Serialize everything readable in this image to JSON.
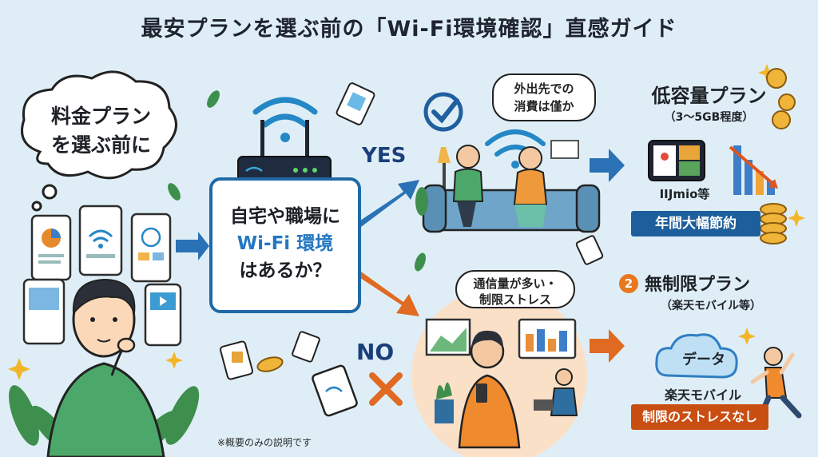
{
  "title": "最安プランを選ぶ前の「Wi-Fi環境確認」直感ガイド",
  "thought_bubble": {
    "line1": "料金プラン",
    "line2": "を選ぶ前に"
  },
  "question": {
    "line1": "自宅や職場に",
    "wifi_text": "Wi-Fi 環境",
    "line3": "はあるか？"
  },
  "yes_label": "YES",
  "no_label": "NO",
  "yes_bubble": {
    "line1": "外出先での",
    "line2": "消費は僅か"
  },
  "no_bubble": {
    "line1": "通信量が多い・",
    "line2": "制限ストレス"
  },
  "plan_low": {
    "title": "低容量プラン",
    "subtitle": "（3～5GB程度）",
    "carrier": "IIJmio等",
    "banner": "年間大幅節約"
  },
  "plan_unlimited": {
    "number": "2",
    "title": "無制限プラン",
    "subtitle": "（楽天モバイル等）",
    "cloud_label": "データ",
    "carrier": "楽天モバイル",
    "banner": "制限のストレスなし"
  },
  "footnote": "※概要のみの説明です",
  "colors": {
    "background": "#dfeef6",
    "blue_arrow": "#2a72b5",
    "orange_arrow": "#e06a22",
    "navy": "#1d5e9c",
    "orange_banner": "#c94e12",
    "wifi": "#2487c6"
  },
  "icons": [
    "thought-cloud-icon",
    "smartphone-icon",
    "wifi-router-icon",
    "check-icon",
    "x-mark-icon",
    "coin-icon",
    "sim-card-icon",
    "bento-icon",
    "decline-chart-icon",
    "data-cloud-icon",
    "leaf-icon",
    "sparkle-icon"
  ]
}
